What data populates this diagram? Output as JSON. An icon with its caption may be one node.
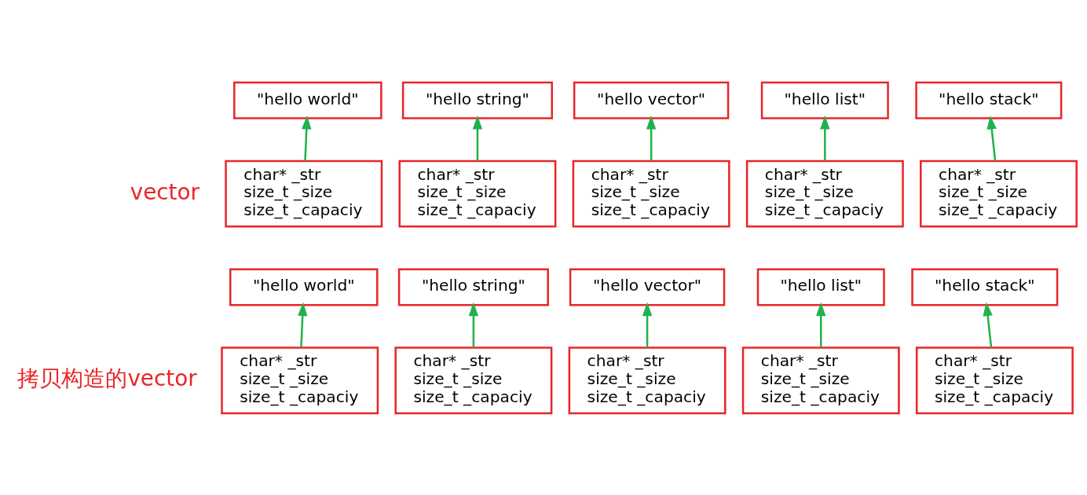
{
  "diagram": {
    "nodes": [
      {
        "text": [
          "\"hello world\""
        ]
      },
      {
        "text": [
          "\"hello string\""
        ]
      },
      {
        "text": [
          "\"hello vector\""
        ]
      },
      {
        "text": [
          "\"hello list\""
        ]
      },
      {
        "text": [
          "\"hello stack\""
        ]
      },
      {
        "text": [
          "char* _str",
          "size_t _size",
          "size_t _capaciy"
        ]
      },
      {
        "text": [
          "char* _str",
          "size_t _size",
          "size_t _capaciy"
        ]
      },
      {
        "text": [
          "char* _str",
          "size_t _size",
          "size_t _capaciy"
        ]
      },
      {
        "text": [
          "char* _str",
          "size_t _size",
          "size_t _capaciy"
        ]
      },
      {
        "text": [
          "char* _str",
          "size_t _size",
          "size_t _capaciy"
        ]
      },
      {
        "text": [
          "\"hello world\""
        ]
      },
      {
        "text": [
          "\"hello string\""
        ]
      },
      {
        "text": [
          "\"hello vector\""
        ]
      },
      {
        "text": [
          "\"hello list\""
        ]
      },
      {
        "text": [
          "\"hello stack\""
        ]
      },
      {
        "text": [
          "char* _str",
          "size_t _size",
          "size_t _capaciy"
        ]
      },
      {
        "text": [
          "char* _str",
          "size_t _size",
          "size_t _capaciy"
        ]
      },
      {
        "text": [
          "char* _str",
          "size_t _size",
          "size_t _capaciy"
        ]
      },
      {
        "text": [
          "char* _str",
          "size_t _size",
          "size_t _capaciy"
        ]
      },
      {
        "text": [
          "char* _str",
          "size_t _size",
          "size_t _capaciy"
        ]
      }
    ],
    "edges": [
      {
        "from": 5,
        "to": 0,
        "arrow": "to"
      },
      {
        "from": 6,
        "to": 1,
        "arrow": "to"
      },
      {
        "from": 7,
        "to": 2,
        "arrow": "to"
      },
      {
        "from": 8,
        "to": 3,
        "arrow": "to"
      },
      {
        "from": 9,
        "to": 4,
        "arrow": "to"
      },
      {
        "from": 15,
        "to": 10,
        "arrow": "to"
      },
      {
        "from": 16,
        "to": 11,
        "arrow": "to"
      },
      {
        "from": 17,
        "to": 12,
        "arrow": "to"
      },
      {
        "from": 18,
        "to": 13,
        "arrow": "to"
      },
      {
        "from": 19,
        "to": 14,
        "arrow": "to"
      }
    ],
    "labels": [
      "vector",
      "拷贝构造的vector"
    ]
  }
}
